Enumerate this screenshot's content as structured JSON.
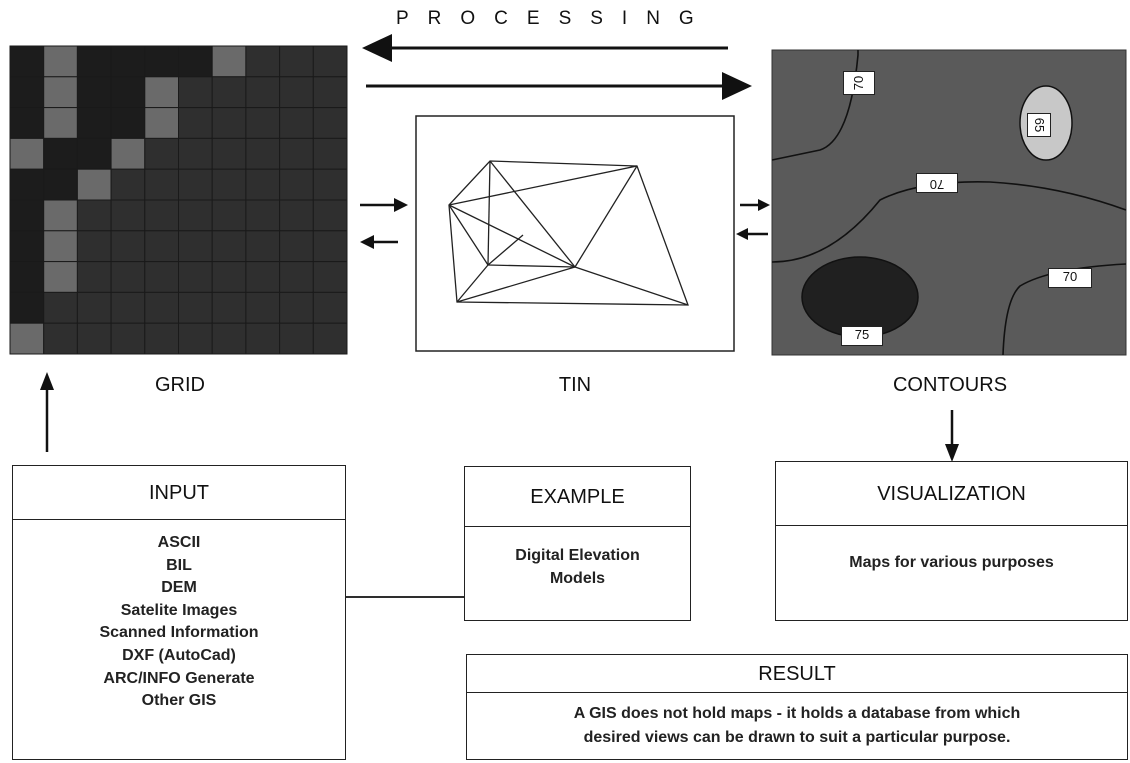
{
  "processing_label": "PROCESSING",
  "panels": {
    "grid": {
      "label": "GRID"
    },
    "tin": {
      "label": "TIN"
    },
    "contours": {
      "label": "CONTOURS",
      "contour_labels": [
        "70",
        "65",
        "70",
        "70",
        "75"
      ]
    }
  },
  "input_box": {
    "title": "INPUT",
    "items": [
      "ASCII",
      "BIL",
      "DEM",
      "Satelite Images",
      "Scanned Information",
      "DXF (AutoCad)",
      "ARC/INFO Generate",
      "Other GIS"
    ]
  },
  "example_box": {
    "title": "EXAMPLE",
    "lines": [
      "Digital Elevation",
      "Models"
    ]
  },
  "visualization_box": {
    "title": "VISUALIZATION",
    "text": "Maps for various purposes"
  },
  "result_box": {
    "title": "RESULT",
    "lines": [
      "A GIS does not hold maps - it holds a database from which",
      "desired views can be drawn to suit a particular purpose."
    ]
  },
  "colors": {
    "grid_dark": "#1c1c1c",
    "grid_mid": "#2f2f2f",
    "grid_light": "#6a6a6a",
    "contour_fill": "#5a5a5a",
    "contour_dark": "#2e2e2e",
    "contour_light": "#c8c8c8"
  }
}
